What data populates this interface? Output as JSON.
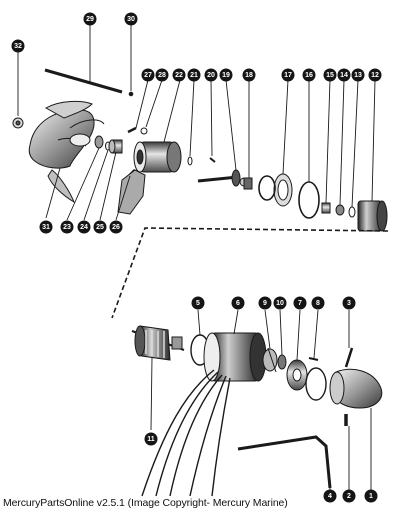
{
  "title": "",
  "callouts": [
    "1",
    "2",
    "3",
    "4",
    "5",
    "6",
    "7",
    "8",
    "9",
    "10",
    "11",
    "12",
    "13",
    "14",
    "15",
    "16",
    "17",
    "18",
    "19",
    "20",
    "21",
    "22",
    "23",
    "24",
    "25",
    "26",
    "27",
    "28",
    "29",
    "30",
    "31",
    "32"
  ],
  "caption": "MercuryPartsOnline v2.5.1 (Image Copyright- Mercury Marine)",
  "colors": {
    "ink": "#1a1a1a",
    "callout_fill": "#151515",
    "metal_dark": "#3a3a3a",
    "metal_light": "#d8d8d8",
    "background": "#ffffff"
  }
}
